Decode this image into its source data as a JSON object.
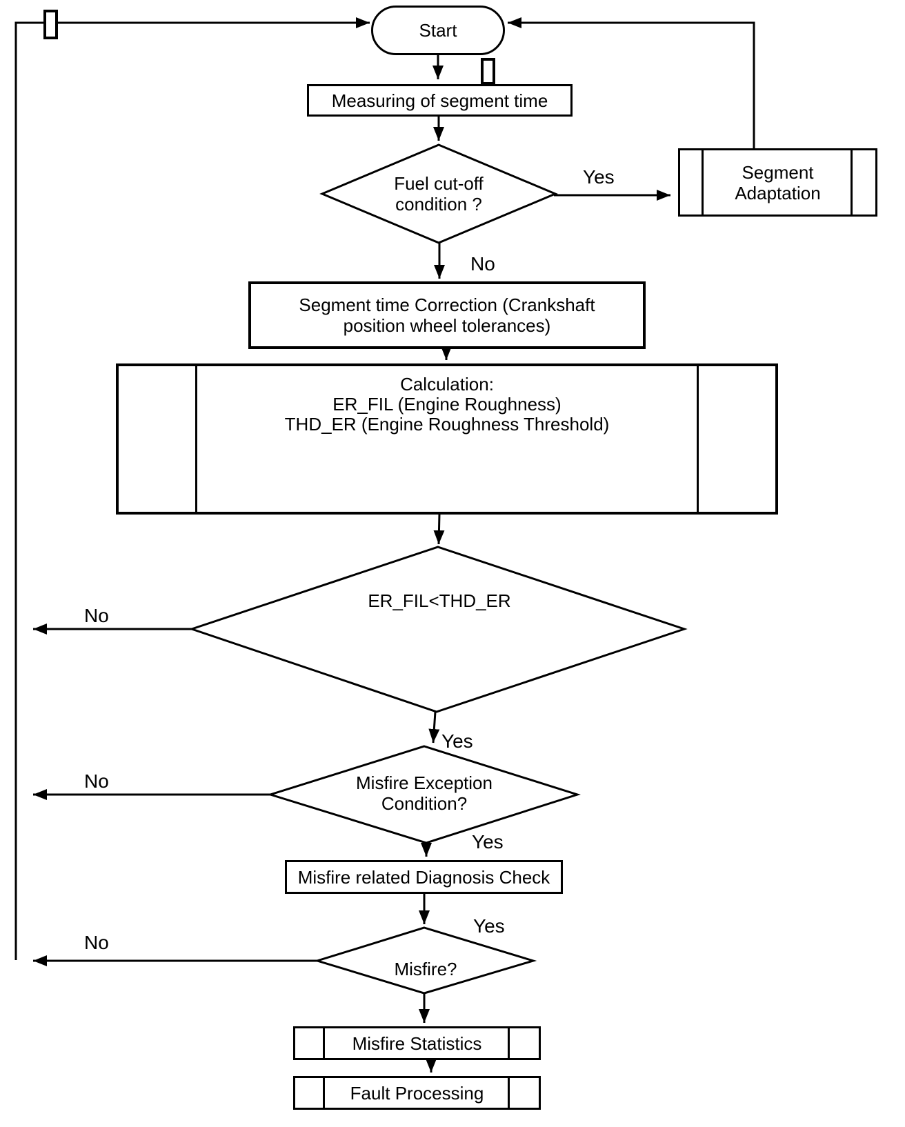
{
  "canvas": {
    "background": "#ffffff",
    "stroke_color": "#000000",
    "text_color": "#000000"
  },
  "nodes": {
    "start": {
      "type": "terminator",
      "label": "Start"
    },
    "measure_segment_time": {
      "type": "process",
      "label": "Measuring of segment time"
    },
    "fuel_cutoff": {
      "type": "decision",
      "label": "Fuel cut-off\ncondition ?"
    },
    "segment_adaptation": {
      "type": "predefined-process",
      "label": "Segment\nAdaptation"
    },
    "segment_time_correction": {
      "type": "process",
      "label": "Segment time Correction (Crankshaft\nposition wheel tolerances)"
    },
    "calculation": {
      "type": "predefined-process",
      "label": "Calculation:\nER_FIL (Engine Roughness)\nTHD_ER (Engine Roughness Threshold)"
    },
    "er_threshold_check": {
      "type": "decision",
      "label": "ER_FIL<THD_ER"
    },
    "misfire_exception": {
      "type": "decision",
      "label": "Misfire Exception\nCondition?"
    },
    "diagnosis_check": {
      "type": "process",
      "label": "Misfire related Diagnosis Check"
    },
    "misfire": {
      "type": "decision",
      "label": "Misfire?"
    },
    "misfire_statistics": {
      "type": "predefined-process",
      "label": "Misfire Statistics"
    },
    "fault_processing": {
      "type": "predefined-process",
      "label": "Fault Processing"
    }
  },
  "edge_labels": {
    "fuel_cutoff_yes": "Yes",
    "fuel_cutoff_no": "No",
    "er_check_no": "No",
    "er_check_yes": "Yes",
    "exception_no": "No",
    "exception_yes": "Yes",
    "misfire_yes": "Yes",
    "misfire_no": "No"
  }
}
